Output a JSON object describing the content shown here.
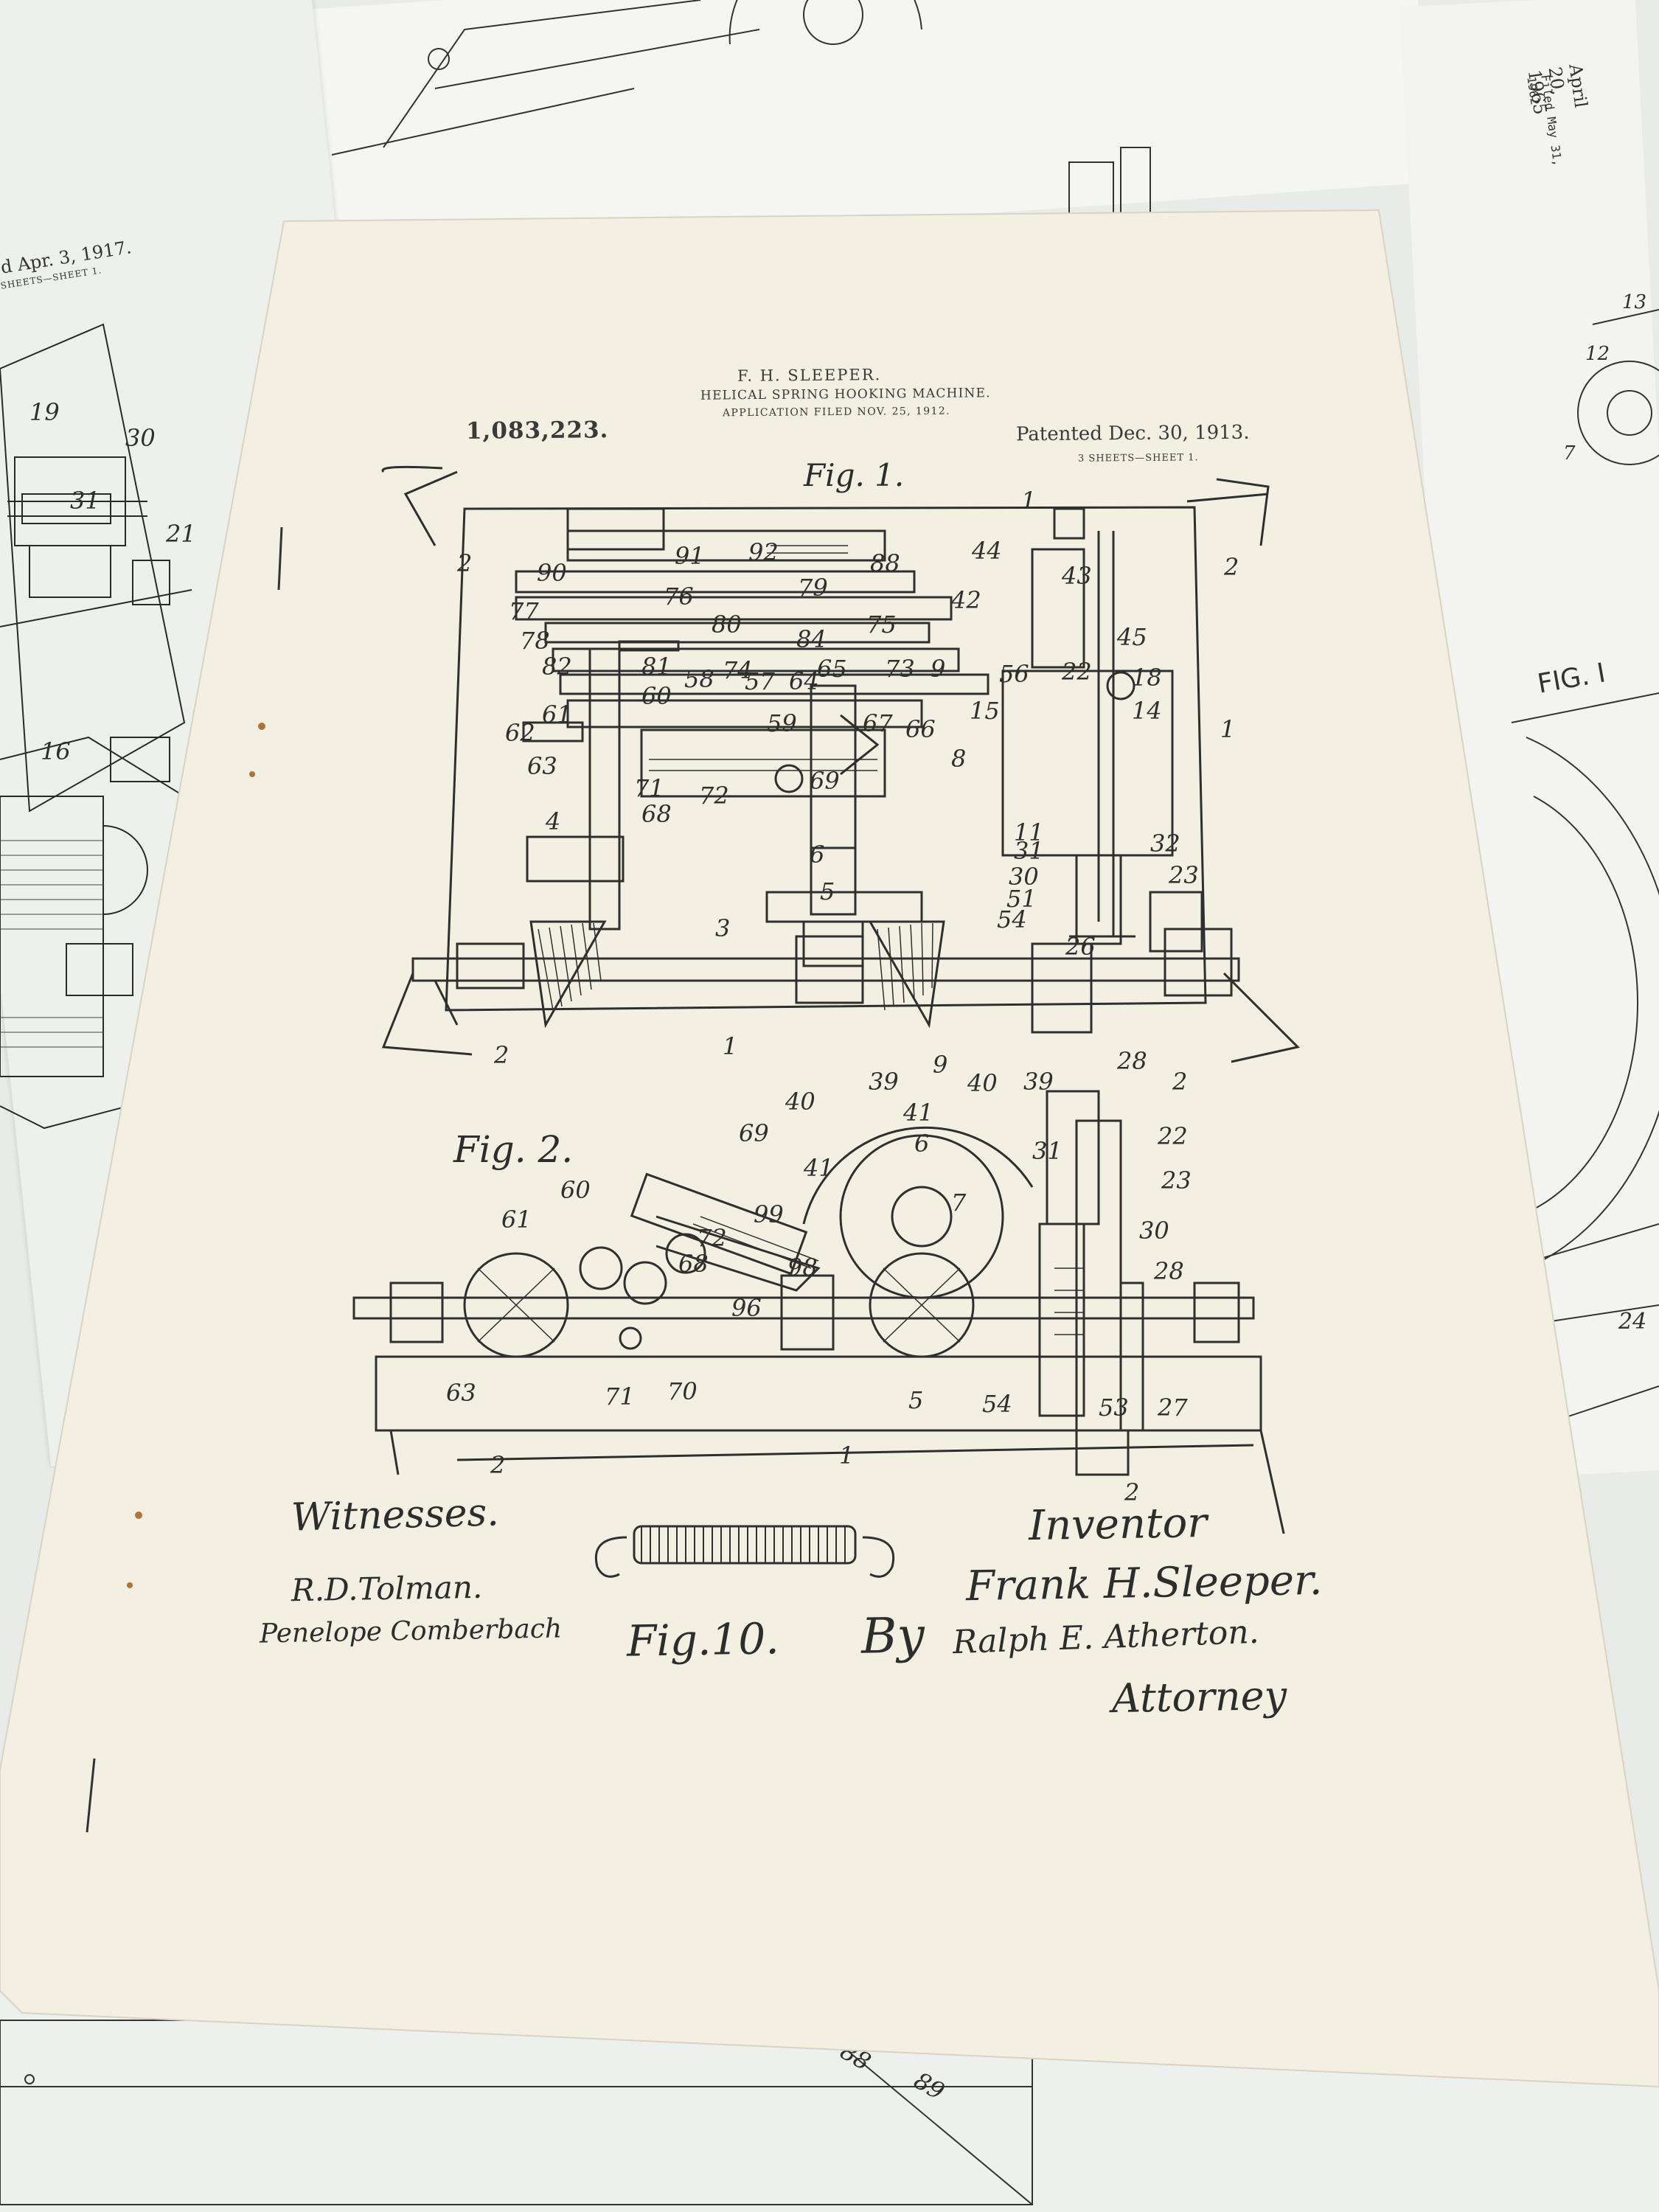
{
  "document": {
    "header": {
      "inventor_name": "F. H. SLEEPER.",
      "title": "HELICAL SPRING HOOKING MACHINE.",
      "application": "APPLICATION FILED NOV. 25, 1912."
    },
    "patent_number": "1,083,223.",
    "patented_date": "Patented Dec. 30, 1913.",
    "sheet_count": "3 SHEETS—SHEET 1.",
    "figures": {
      "fig1": "Fig. 1.",
      "fig2": "Fig. 2.",
      "fig10": "Fig.10."
    },
    "signatures": {
      "witnesses_label": "Witnesses.",
      "witness_1": "R.D.Tolman.",
      "witness_2": "Penelope Comberbach",
      "inventor_label": "Inventor",
      "inventor_name": "Frank H.Sleeper.",
      "by": "By",
      "attorney_name": "Ralph E. Atherton.",
      "attorney_label": "Attorney"
    },
    "fig1_callouts": [
      "90",
      "91",
      "92",
      "88",
      "79",
      "44",
      "43",
      "77",
      "76",
      "80",
      "75",
      "42",
      "45",
      "78",
      "84",
      "82",
      "81",
      "74",
      "65",
      "73",
      "9",
      "56",
      "22",
      "18",
      "57",
      "64",
      "58",
      "60",
      "15",
      "14",
      "61",
      "59",
      "67",
      "66",
      "62",
      "63",
      "69",
      "8",
      "71",
      "72",
      "68",
      "4",
      "11",
      "31",
      "32",
      "6",
      "30",
      "23",
      "51",
      "5",
      "54",
      "26",
      "3",
      "28",
      "1",
      "2"
    ],
    "fig2_callouts": [
      "39",
      "9",
      "40",
      "41",
      "39",
      "40",
      "69",
      "6",
      "31",
      "22",
      "60",
      "41",
      "23",
      "99",
      "7",
      "61",
      "72",
      "30",
      "68",
      "98",
      "28",
      "96",
      "63",
      "71",
      "70",
      "5",
      "54",
      "53",
      "27",
      "1",
      "2"
    ]
  },
  "background": {
    "left_sheet": {
      "date": "d Apr. 3, 1917.",
      "sheet": "SHEETS—SHEET 1.",
      "callouts": [
        "19",
        "30",
        "31",
        "21",
        "16"
      ]
    },
    "right_sheet": {
      "date": "April 20, 1965",
      "filed": "Filed May 31, 1962",
      "fig": "FIG. I",
      "callouts": [
        "13",
        "12",
        "7",
        "24"
      ]
    },
    "bottom_sheet": {
      "callouts": [
        "88",
        "89"
      ]
    }
  }
}
